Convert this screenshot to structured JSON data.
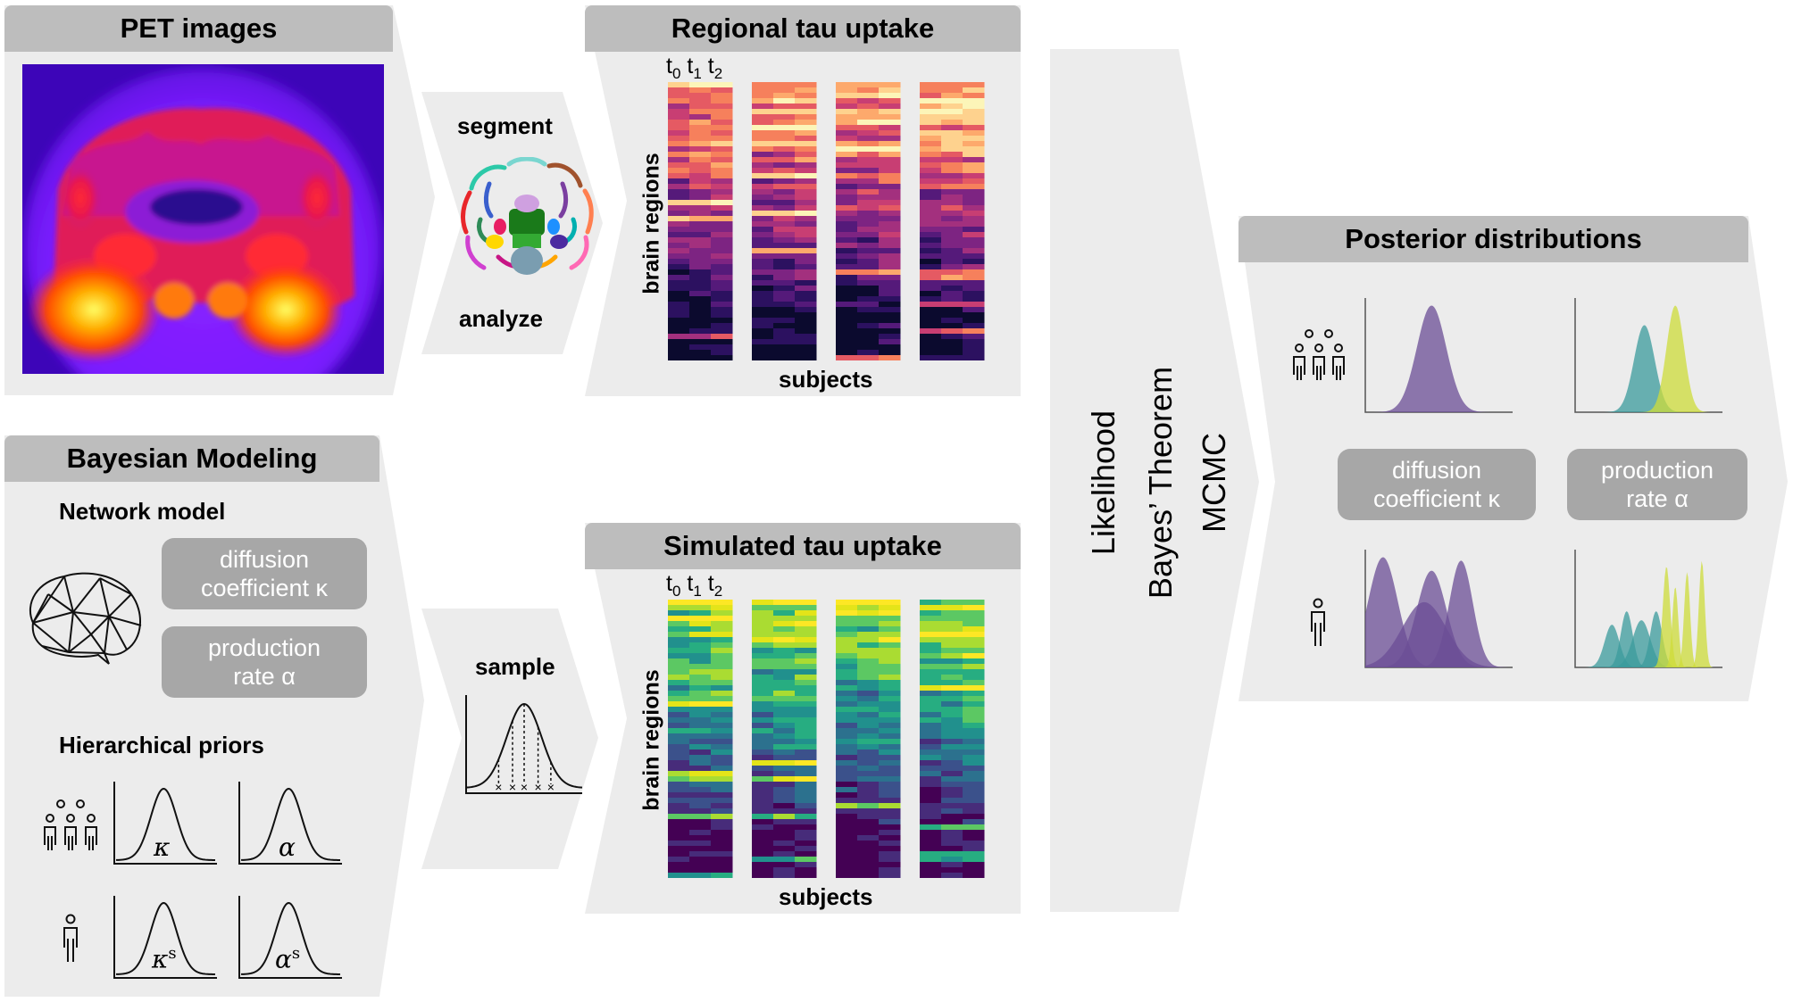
{
  "pet_panel": {
    "title": "PET images"
  },
  "segment_step": {
    "top_label": "segment",
    "bottom_label": "analyze"
  },
  "regional_panel": {
    "title": "Regional tau uptake",
    "y_label": "brain regions",
    "x_label": "subjects",
    "time_labels": [
      {
        "base": "t",
        "sub": "0"
      },
      {
        "base": "t",
        "sub": "1"
      },
      {
        "base": "t",
        "sub": "2"
      }
    ],
    "colormap": "magma"
  },
  "simulated_panel": {
    "title": "Simulated tau uptake",
    "y_label": "brain regions",
    "x_label": "subjects",
    "time_labels": [
      {
        "base": "t",
        "sub": "0"
      },
      {
        "base": "t",
        "sub": "1"
      },
      {
        "base": "t",
        "sub": "2"
      }
    ],
    "colormap": "viridis"
  },
  "bayesian_panel": {
    "title": "Bayesian Modeling",
    "network_label": "Network model",
    "param_boxes": [
      {
        "line1": "diffusion",
        "line2": "coefficient κ"
      },
      {
        "line1": "production",
        "line2": "rate α"
      }
    ],
    "priors_label": "Hierarchical priors",
    "group_priors": [
      "κ",
      "α"
    ],
    "subject_priors": [
      {
        "base": "κ",
        "sup": "s"
      },
      {
        "base": "α",
        "sup": "s"
      }
    ]
  },
  "sample_step": {
    "label": "sample"
  },
  "inference_step": {
    "lines": [
      "Likelihood",
      "Bayes’ Theorem",
      "MCMC"
    ]
  },
  "posterior_panel": {
    "title": "Posterior distributions",
    "param_boxes": [
      {
        "line1": "diffusion",
        "line2": "coefficient κ"
      },
      {
        "line1": "production",
        "line2": "rate α"
      }
    ]
  },
  "colors": {
    "panel_bg": "#ececec",
    "title_bg": "#bdbdbd",
    "box_bg": "#a7a7a7",
    "purple": "#6b4e96",
    "teal": "#3b9b9c",
    "yellow": "#cddc39"
  },
  "icons": [
    "brain-network-icon",
    "group-people-icon",
    "single-person-icon",
    "coronal-brain-atlas-icon",
    "sampling-gaussian-icon"
  ]
}
